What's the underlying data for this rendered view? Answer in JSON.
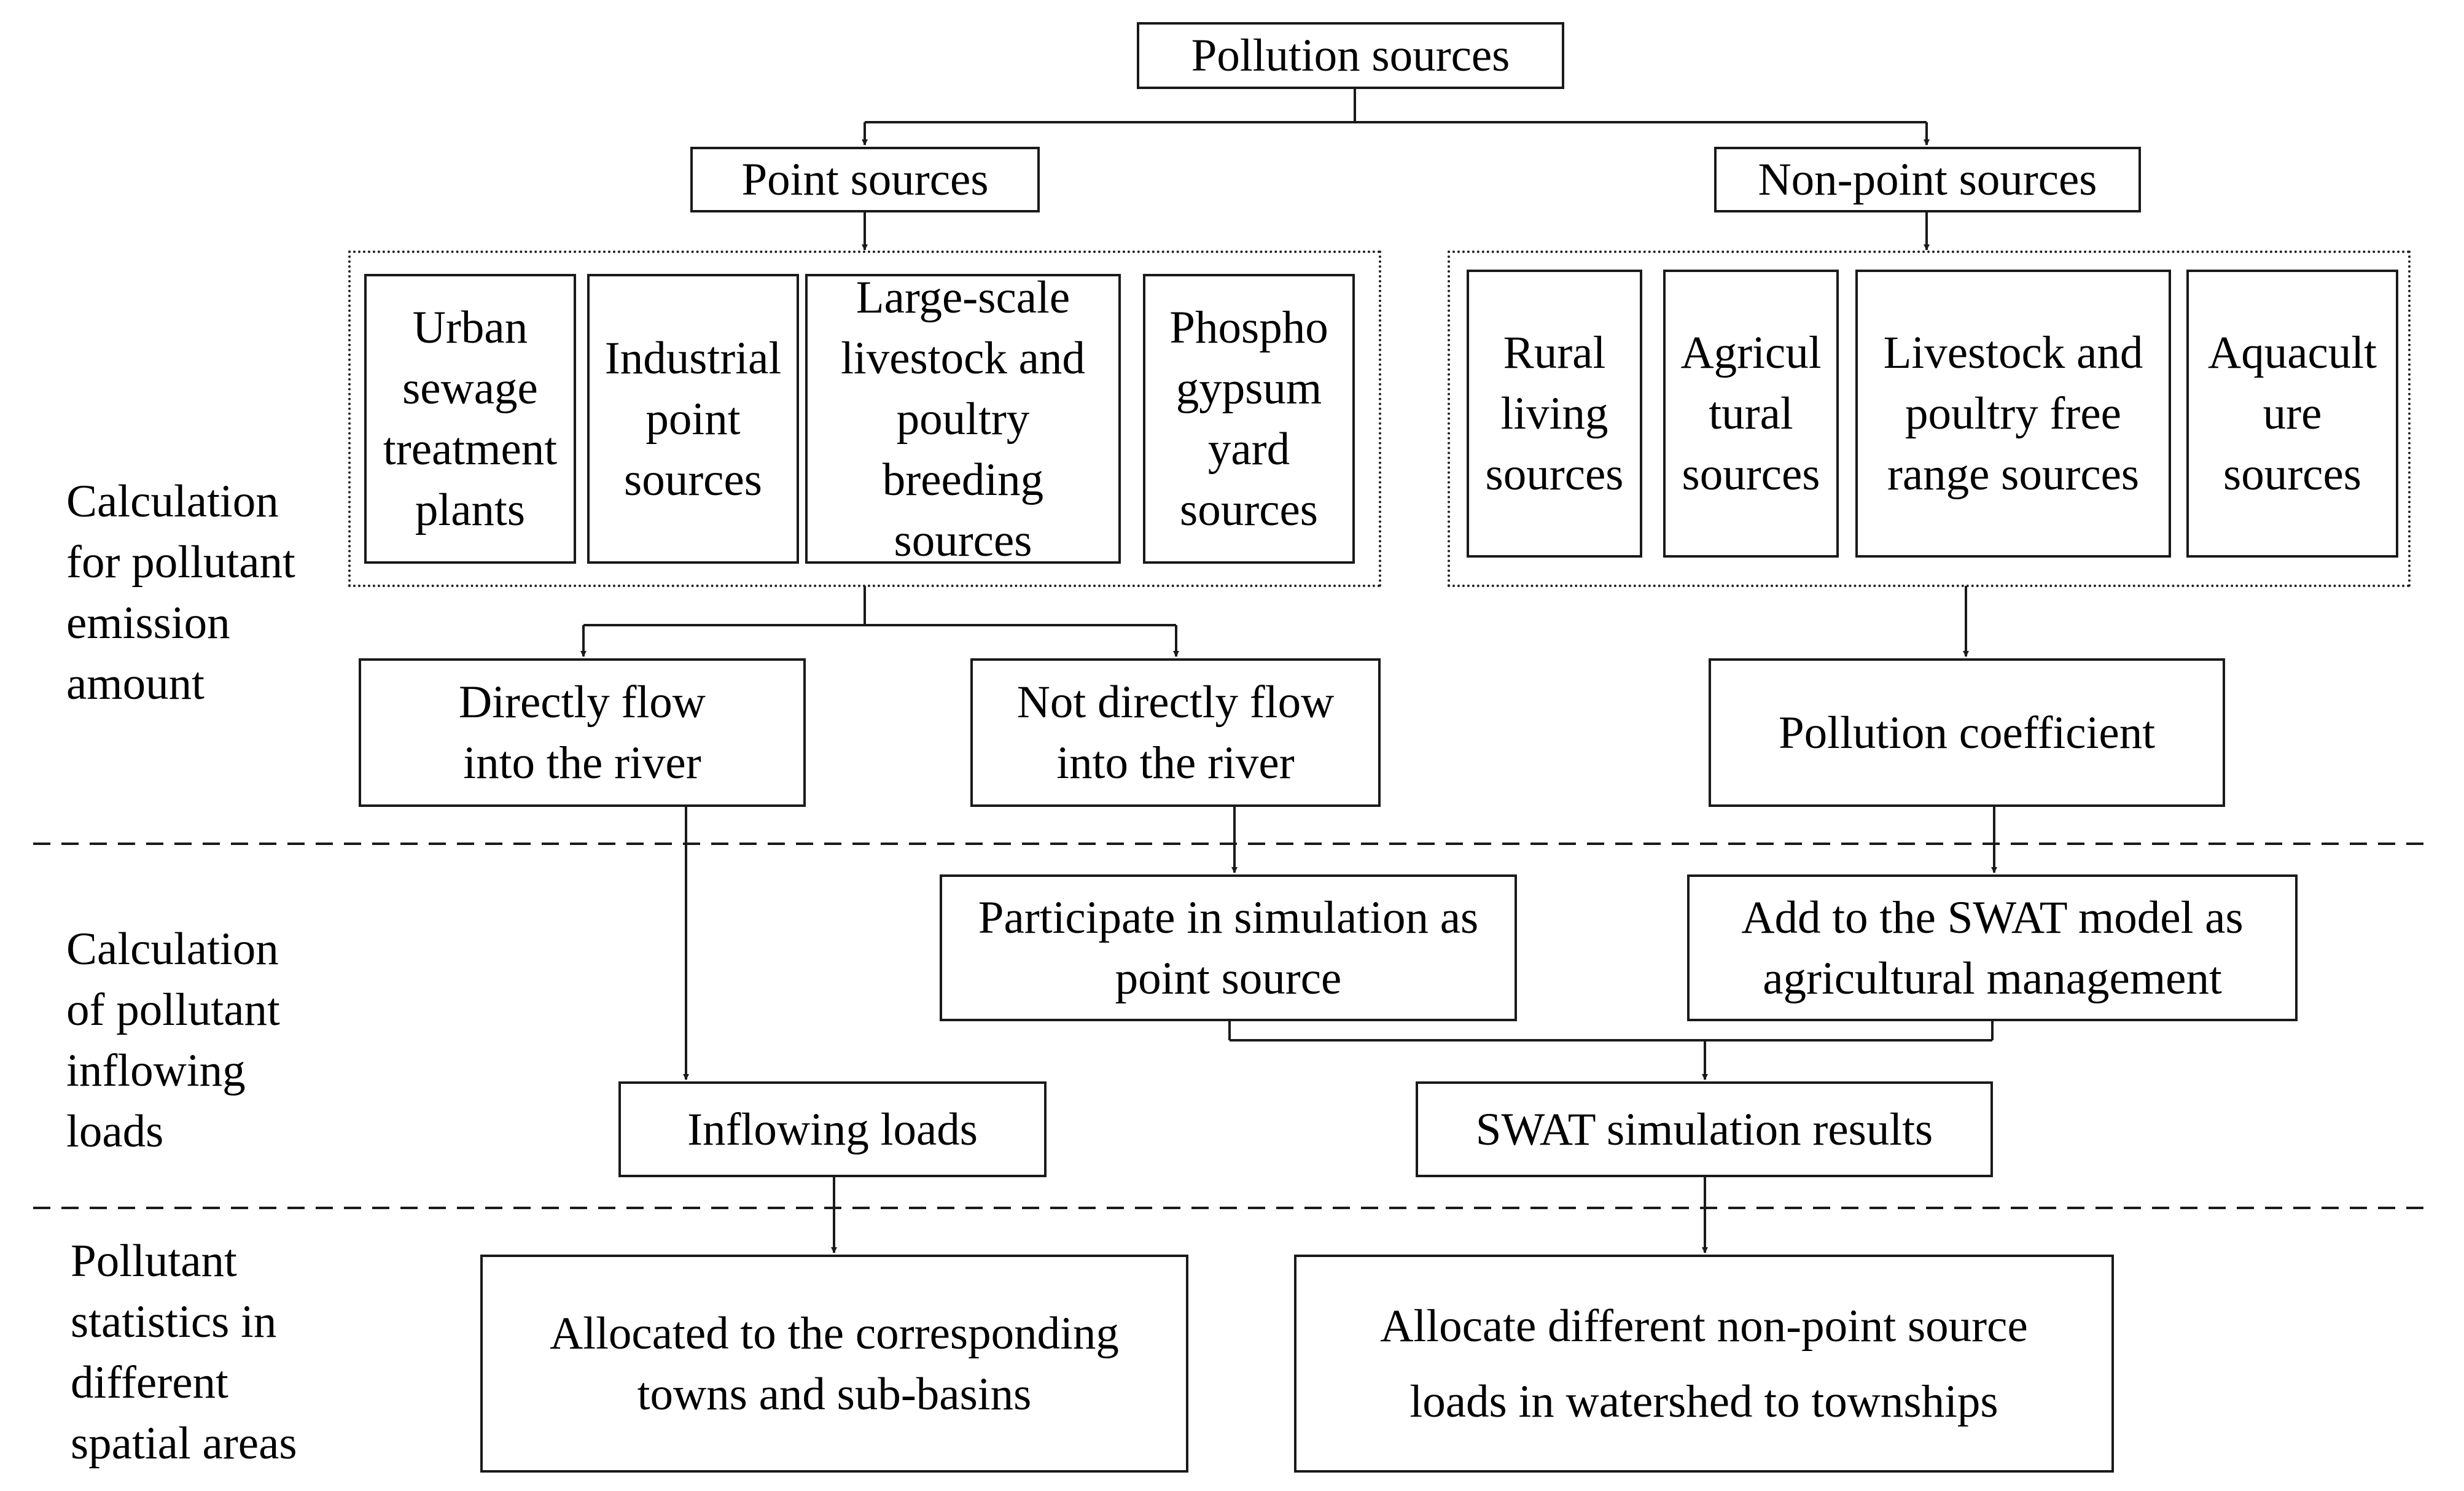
{
  "top": {
    "label": "Pollution sources"
  },
  "point": {
    "label": "Point sources",
    "items": [
      "Urban\nsewage\ntreatment\nplants",
      "Industrial\npoint\nsources",
      "Large-scale\nlivestock and\npoultry\nbreeding\nsources",
      "Phospho\ngypsum\nyard\nsources"
    ],
    "direct": "Directly flow\ninto the river",
    "indirect": "Not directly flow\ninto the river"
  },
  "nonpoint": {
    "label": "Non-point sources",
    "items": [
      "Rural\nliving\nsources",
      "Agricul\ntural\nsources",
      "Livestock and\npoultry free\nrange sources",
      "Aquacult\nure\nsources"
    ],
    "coefficient": "Pollution coefficient"
  },
  "simulation": {
    "participate": "Participate in simulation as\npoint source",
    "swat_add": "Add to the SWAT model as\nagricultural management",
    "results": "SWAT simulation results"
  },
  "loads": {
    "inflowing": "Inflowing loads"
  },
  "allocation": {
    "towns": "Allocated to the corresponding\ntowns and sub-basins",
    "townships": "Allocate different non-point source\nloads in watershed to townships"
  },
  "stages": {
    "emission": "Calculation\nfor pollutant\nemission\namount",
    "inflowing": "Calculation\nof pollutant\ninflowing\nloads",
    "statistics": "Pollutant\nstatistics in\ndifferent\nspatial areas"
  },
  "colors": {
    "line": "#1a1a1a",
    "background": "#ffffff"
  }
}
